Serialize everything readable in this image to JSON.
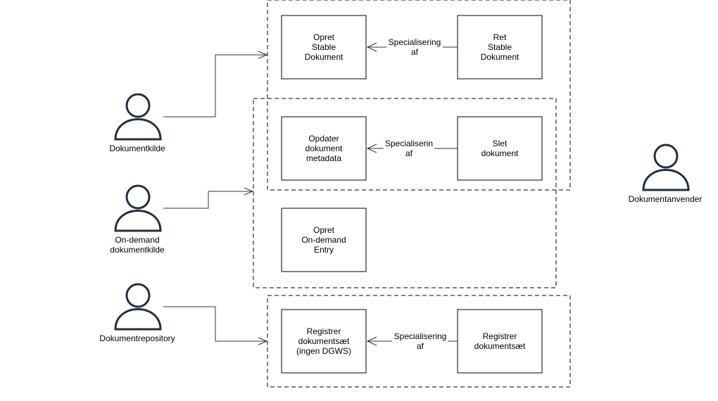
{
  "actors": {
    "dokumentkilde": "Dokumentkilde",
    "ondemand": "On-demand\ndokumentkilde",
    "repository": "Dokumentrepository",
    "anvender": "Dokumentanvender"
  },
  "usecases": {
    "opret_stable": "Opret\nStable\nDokument",
    "ret_stable": "Ret\nStable\nDokument",
    "opdater_metadata": "Opdater\ndokument\nmetadata",
    "slet_dokument": "Slet\ndokument",
    "opret_ondemand": "Opret\nOn-demand\nEntry",
    "registrer_ingen_dgws": "Registrer\ndokumentsæt\n(ingen DGWS)",
    "registrer_dokumentsaet": "Registrer\ndokumentsæt"
  },
  "relations": {
    "spec_top": "Specialisering\naf",
    "spec_middle": "Specialiserin\naf",
    "spec_bottom": "Specialisering\naf"
  }
}
